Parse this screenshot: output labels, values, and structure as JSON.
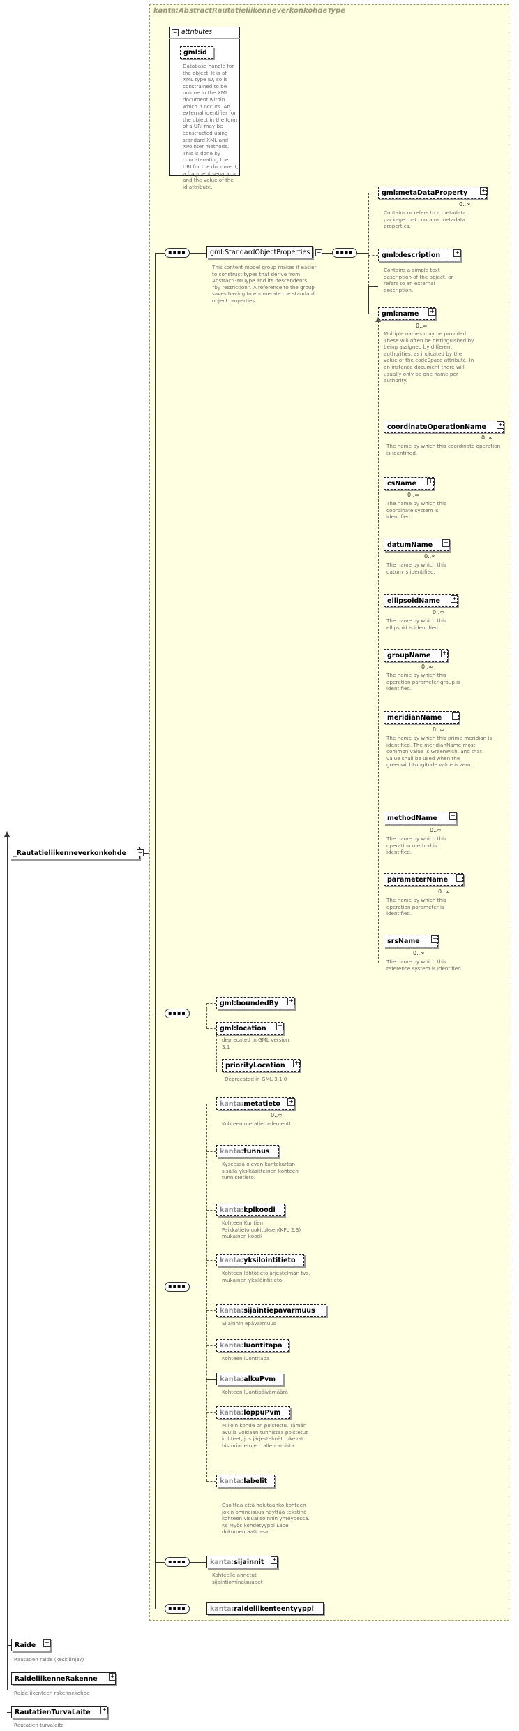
{
  "complex_type": {
    "title": "kanta:AbstractRautatieliikenneverkonkohdeType",
    "attributes_label": "attributes"
  },
  "gml_id": {
    "name": "gml:id",
    "description": "Database handle for the object.  It is of XML type ID, so is constrained to be unique in the XML document within which it occurs.  An external identifier for the object in the form of a URI may be constructed using standard XML and XPointer methods.  This is done by concatenating the URI for the document, a fragment separator, and the value of the id attribute."
  },
  "standard_props": {
    "name": "gml:StandardObjectProperties",
    "description": "This content model group makes it easier to construct types that derive from AbstractGMLType and its descendents \"by restriction\".  A reference to the group saves having to enumerate the standard object properties."
  },
  "meta_data_property": {
    "name": "gml:metaDataProperty",
    "card": "0..∞",
    "description": "Contains or refers to a metadata package that contains metadata properties."
  },
  "gml_description": {
    "name": "gml:description",
    "description": "Contains a simple text description of the object, or refers to an external description."
  },
  "gml_name": {
    "name": "gml:name",
    "card": "0..∞",
    "description": "Multiple names may be provided.  These will often be distinguished by being assigned by different authorities, as indicated by the value of the codeSpace attribute.  In an instance document there will usually only be one name per authority."
  },
  "substitutions": [
    {
      "name": "coordinateOperationName",
      "card": "0..∞",
      "description": "The name by which this coordinate operation is identified."
    },
    {
      "name": "csName",
      "card": "0..∞",
      "description": "The name by which this coordinate system is identified."
    },
    {
      "name": "datumName",
      "card": "0..∞",
      "description": "The name by which this datum is identified."
    },
    {
      "name": "ellipsoidName",
      "card": "0..∞",
      "description": "The name by which this ellipsoid is identified."
    },
    {
      "name": "groupName",
      "card": "0..∞",
      "description": "The name by which this operation parameter group is identified."
    },
    {
      "name": "meridianName",
      "card": "0..∞",
      "description": "The name by which this prime meridian is identified. The meridianName most common value is Greenwich, and that value shall be used when the greenwichLongitude value is zero."
    },
    {
      "name": "methodName",
      "card": "0..∞",
      "description": "The name by which this operation method is identified."
    },
    {
      "name": "parameterName",
      "card": "0..∞",
      "description": "The name by which this operation parameter is identified."
    },
    {
      "name": "srsName",
      "card": "0..∞",
      "description": "The name by which this reference system is identified."
    }
  ],
  "bounded_by": {
    "name": "gml:boundedBy"
  },
  "gml_location": {
    "name": "gml:location",
    "description": "deprecated in GML version 3.1"
  },
  "priority_location": {
    "name": "priorityLocation",
    "description": "Deprecated in GML 3.1.0"
  },
  "kanta_items": [
    {
      "prefix": "kanta:",
      "name": "metatieto",
      "card": "0..∞",
      "description": "Kohteen metatietoelementti"
    },
    {
      "prefix": "kanta:",
      "name": "tunnus",
      "description": "Kyseessä olevan kantakartan sisällä yksikäsitteinen kohteen tunnistetieto."
    },
    {
      "prefix": "kanta:",
      "name": "kplkoodi",
      "description": "Kohteen Kuntien Paikkatietoluokituksen(KPL 2.3) mukainen koodi"
    },
    {
      "prefix": "kanta:",
      "name": "yksilointitieto",
      "description": "Kohteen lähtötietojärjestelmän  tvs. mukainen yksilöintitieto"
    },
    {
      "prefix": "kanta:",
      "name": "sijaintiepavarmuus",
      "description": "Sijainnin epävarmuus"
    },
    {
      "prefix": "kanta:",
      "name": "luontitapa",
      "description": "Kohteen luontitapa"
    },
    {
      "prefix": "kanta:",
      "name": "alkuPvm",
      "description": "Kohteen luontipäivämäärä"
    },
    {
      "prefix": "kanta:",
      "name": "loppuPvm",
      "description": "Milloin kohde on poistettu. Tämän avulla voidaan tunnistaa poistetut kohteet, jos järjestelmät tukevat historiatietojen tallentamista"
    },
    {
      "prefix": "kanta:",
      "name": "labelit",
      "description": "Osoittaa että halutaanko kohteen jokin ominaisuus näyttää tekstinä kohteen visualisoinnin yhteydessä.  Ks Myös kohdetyyppi Label dokumentaatiossa"
    }
  ],
  "sijainnit": {
    "prefix": "kanta:",
    "name": "sijainnit",
    "description": "Kohteelle annetut sijaintiominaisuudet"
  },
  "raideliikenteentyyppi": {
    "prefix": "kanta:",
    "name": "raideliikenteentyyppi"
  },
  "root": {
    "name": "_Rautatieliikenneverkonkohde"
  },
  "derived": [
    {
      "name": "Raide",
      "description": "Rautatien raide (keskilinja?)"
    },
    {
      "name": "RaideliikenneRakenne",
      "description": "Raideliikenteen rakennekohde"
    },
    {
      "name": "RautatienTurvaLaite",
      "description": "Rautatien turvalaite"
    }
  ]
}
